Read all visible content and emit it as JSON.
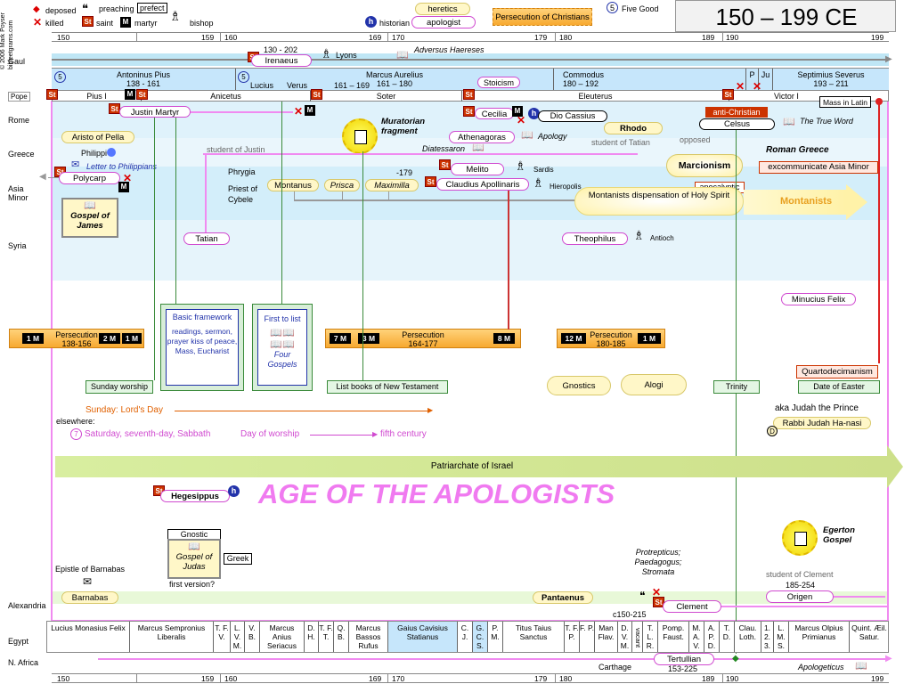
{
  "legend": {
    "deposed": "deposed",
    "killed": "killed",
    "preaching": "preaching",
    "prefect": "prefect",
    "saint": "saint",
    "martyr": "martyr",
    "bishop": "bishop",
    "historian": "historian",
    "heretics": "heretics",
    "apologist": "apologist",
    "persecution": "Persecution of Christians",
    "five_good": "Five Good",
    "copyright": "© 2006 Mark Poyser",
    "site": "bibleetgrams.com",
    "saint_icon": "St",
    "martyr_icon": "M",
    "historian_icon": "h"
  },
  "title": "150 – 199 CE",
  "ruler": {
    "top": [
      "150",
      "159",
      "160",
      "169",
      "170",
      "179",
      "180",
      "189",
      "190",
      "199"
    ],
    "bottom": [
      "150",
      "159",
      "160",
      "169",
      "170",
      "179",
      "180",
      "189",
      "190",
      "199"
    ]
  },
  "regions": {
    "gaul": "Gaul",
    "pope": "Pope",
    "rome": "Rome",
    "greece": "Greece",
    "asia_minor": "Asia Minor",
    "syria": "Syria",
    "alexandria": "Alexandria",
    "egypt": "Egypt",
    "n_africa": "N. Africa",
    "elsewhere": "elsewhere:"
  },
  "emperors": [
    {
      "name": "Antoninus Pius",
      "years": "138 - 161"
    },
    {
      "name": "Marcus Aurelius",
      "years": "161 – 180"
    },
    {
      "name": "Lucius",
      "years": ""
    },
    {
      "name": "Verus",
      "years": ""
    },
    {
      "name": "161 – 169",
      "years": ""
    },
    {
      "name": "Commodus",
      "years": "180 – 192"
    },
    {
      "name": "P",
      "years": ""
    },
    {
      "name": "Ju",
      "years": ""
    },
    {
      "name": "Septimius Severus",
      "years": "193 – 211"
    }
  ],
  "popes": [
    "Pius I",
    "Anicetus",
    "Soter",
    "Eleuterus",
    "Victor I"
  ],
  "gaul": {
    "irenaeus": "Irenaeus",
    "irenaeus_years": "130 - 202",
    "lyons": "Lyons",
    "adversus": "Adversus Haereses"
  },
  "rome": {
    "justin": "Justin Martyr",
    "student": "student of Justin",
    "cecilia": "Cecilia",
    "dio": "Dio Cassius",
    "anti": "anti-Christian",
    "celsus": "Celsus",
    "true_word": "The True Word",
    "mass_latin": "Mass in Latin",
    "muratorian": "Muratorian fragment",
    "rhodo": "Rhodo",
    "opposed": "opposed",
    "marcionism": "Marcionism",
    "roman_greece": "Roman Greece",
    "excommunicate": "excommunicate Asia Minor"
  },
  "greece": {
    "aristo": "Aristo of Pella",
    "athenagoras": "Athenagoras",
    "apology": "Apology",
    "diatessaron": "Diatessaron",
    "student_tatian": "student of Tatian"
  },
  "asia": {
    "philippi": "Philippi",
    "letter": "Letter to Philippians",
    "polycarp": "Polycarp",
    "gospel_james": "Gospel of James",
    "phrygia": "Phrygia",
    "priest": "Priest of Cybele",
    "montanus": "Montanus",
    "prisca": "Prisca",
    "maximilla": "Maximilla",
    "year179": "-179",
    "melito": "Melito",
    "sardis": "Sardis",
    "claudius": "Claudius Apollinaris",
    "hieropolis": "Hieropolis",
    "montanists_box": "Montanists dispensation of Holy Spirit",
    "apocalyptic": "apocalyptic",
    "montanists": "Montanists"
  },
  "syria": {
    "tatian": "Tatian",
    "theophilus": "Theophilus",
    "antioch": "Antioch",
    "minucius": "Minucius Felix"
  },
  "persecutions": [
    {
      "label": "Persecution",
      "years": "138-156",
      "m1": "1 M",
      "m2": "2 M",
      "m3": "1 M"
    },
    {
      "label": "Persecution",
      "years": "164-177",
      "m1": "7 M",
      "m2": "3 M",
      "m3": "8 M"
    },
    {
      "label": "Persecution",
      "years": "180-185",
      "m1": "12 M",
      "m2": "1 M"
    }
  ],
  "boxes": {
    "basic": "Basic framework",
    "basic_items": "readings, sermon, prayer kiss of peace, Mass, Eucharist",
    "first": "First to list",
    "four": "Four Gospels",
    "sunday": "Sunday worship",
    "list_books": "List books of New Testament",
    "gnostics": "Gnostics",
    "alogi": "Alogi",
    "trinity": "Trinity",
    "quarto": "Quartodecimanism",
    "easter": "Date of Easter"
  },
  "worship": {
    "sunday": "Sunday: Lord's Day",
    "saturday": "Saturday, seventh-day, Sabbath",
    "day": "Day of worship",
    "fifth": "fifth century",
    "seven": "7"
  },
  "judah": {
    "aka": "aka Judah the Prince",
    "rabbi": "Rabbi Judah Ha-nasi",
    "d": "D"
  },
  "patriarchate": "Patriarchate of Israel",
  "age": "AGE OF THE APOLOGISTS",
  "hegesippus": "Hegesippus",
  "judas": {
    "gnostic": "Gnostic",
    "gospel": "Gospel of Judas",
    "first": "first version?",
    "greek": "Greek"
  },
  "egerton": "Egerton Gospel",
  "alex": {
    "barnabas_ep": "Epistle of Barnabas",
    "barnabas": "Barnabas",
    "pantaenus": "Pantaenus",
    "protrepticus": "Protrepticus; Paedagogus; Stromata",
    "clement": "Clement",
    "clement_years": "c150-215",
    "student_clement": "student of Clement",
    "origen_years": "185-254",
    "origen": "Origen"
  },
  "prefects": [
    "Lucius Monasius Felix",
    "Marcus Sempronius Liberalis",
    "T. F. V.",
    "L. V. M.",
    "V. B.",
    "Marcus Anius Seriacus",
    "D. H.",
    "T. F. T.",
    "Q. B.",
    "Marcus Bassos Rufus",
    "Gaius Cavisius Statianus",
    "C. J.",
    "G. C. S.",
    "P. M.",
    "Titus Taius Sanctus",
    "T. F. P.",
    "F. P.",
    "Man Flav.",
    "D. V. M.",
    "vacant",
    "T. L. R.",
    "Pomp. Faust.",
    "M. A. V.",
    "A. P. D.",
    "T. D.",
    "Clau. Loth.",
    "1. 2. 3.",
    "L. M. S.",
    "Marcus Olpius Primianus",
    "Quint. Æil. Satur."
  ],
  "africa": {
    "tertullian": "Tertullian",
    "tert_years": "153-225",
    "carthage": "Carthage",
    "apologeticus": "Apologeticus"
  }
}
